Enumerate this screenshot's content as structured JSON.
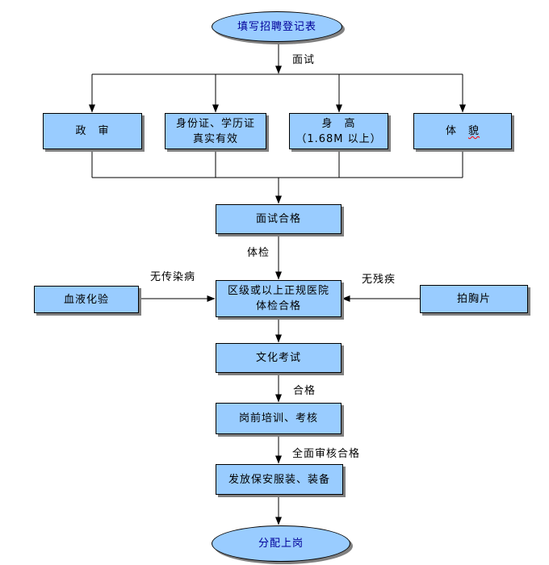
{
  "colors": {
    "node_fill": "#99ccff",
    "node_border": "#000000",
    "node_shadow": "#808080",
    "terminator_text": "#000099",
    "process_text": "#000000",
    "connector": "#000000",
    "spellcheck_underline": "#ff0000",
    "background": "#ffffff"
  },
  "nodes": {
    "start": {
      "label": "填写招聘登记表"
    },
    "political_review": {
      "label": "政　审"
    },
    "id_diploma_valid": {
      "label": "身份证、学历证\n真实有效"
    },
    "height_requirement": {
      "label": "身　高\n（1.68M 以上）"
    },
    "appearance": {
      "prefix": "体　",
      "misspelled": "貌"
    },
    "interview_passed": {
      "label": "面试合格"
    },
    "blood_test": {
      "label": "血液化验"
    },
    "hospital_physical": {
      "label": "区级或以上正规医院\n体检合格"
    },
    "chest_xray": {
      "label": "拍胸片"
    },
    "culture_exam": {
      "label": "文化考试"
    },
    "pre_job_training": {
      "label": "岗前培训、考核"
    },
    "issue_uniform": {
      "label": "发放保安服装、装备"
    },
    "assign_post": {
      "label": "分配上岗"
    }
  },
  "edge_labels": {
    "interview": "面试",
    "physical_exam": "体检",
    "no_infectious_disease": "无传染病",
    "no_disability": "无残疾",
    "passed": "合格",
    "full_review_passed": "全面审核合格"
  }
}
